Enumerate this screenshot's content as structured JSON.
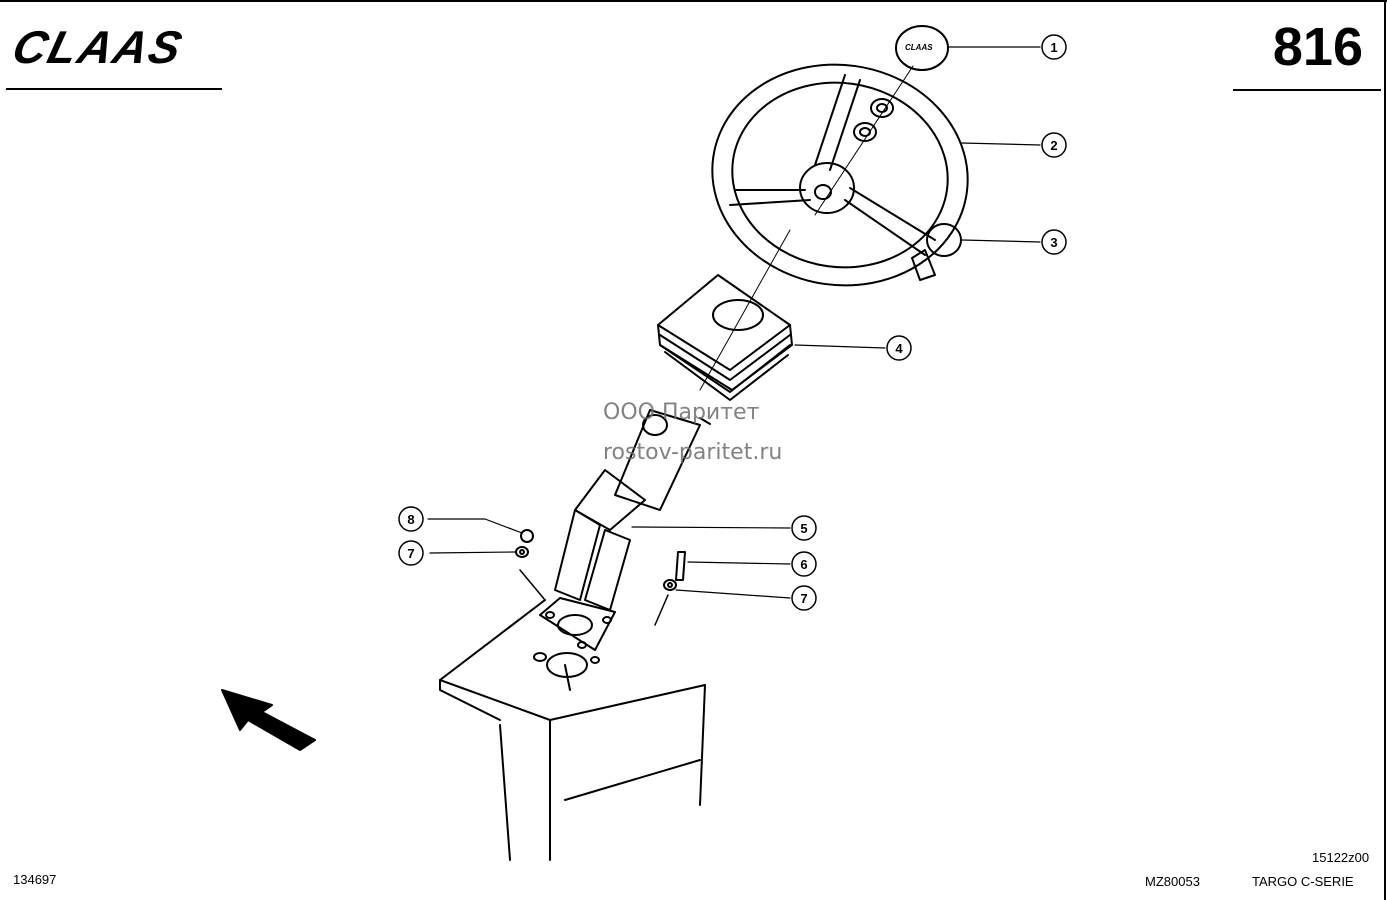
{
  "header": {
    "brand": "CLAAS",
    "page_number": "816"
  },
  "callouts": [
    {
      "number": "1"
    },
    {
      "number": "2"
    },
    {
      "number": "3"
    },
    {
      "number": "4"
    },
    {
      "number": "5"
    },
    {
      "number": "6"
    },
    {
      "number": "7"
    },
    {
      "number": "7"
    },
    {
      "number": "8"
    }
  ],
  "watermark": {
    "line1": "ООО Паритет",
    "line2": "rostov-paritet.ru"
  },
  "footer": {
    "drawing_id": "134697",
    "part_code": "MZ80053",
    "series": "TARGO C-SERIE",
    "sheet_code": "15122z00"
  },
  "colors": {
    "line": "#000000",
    "watermark": "#6d6d6d",
    "background": "#ffffff"
  }
}
